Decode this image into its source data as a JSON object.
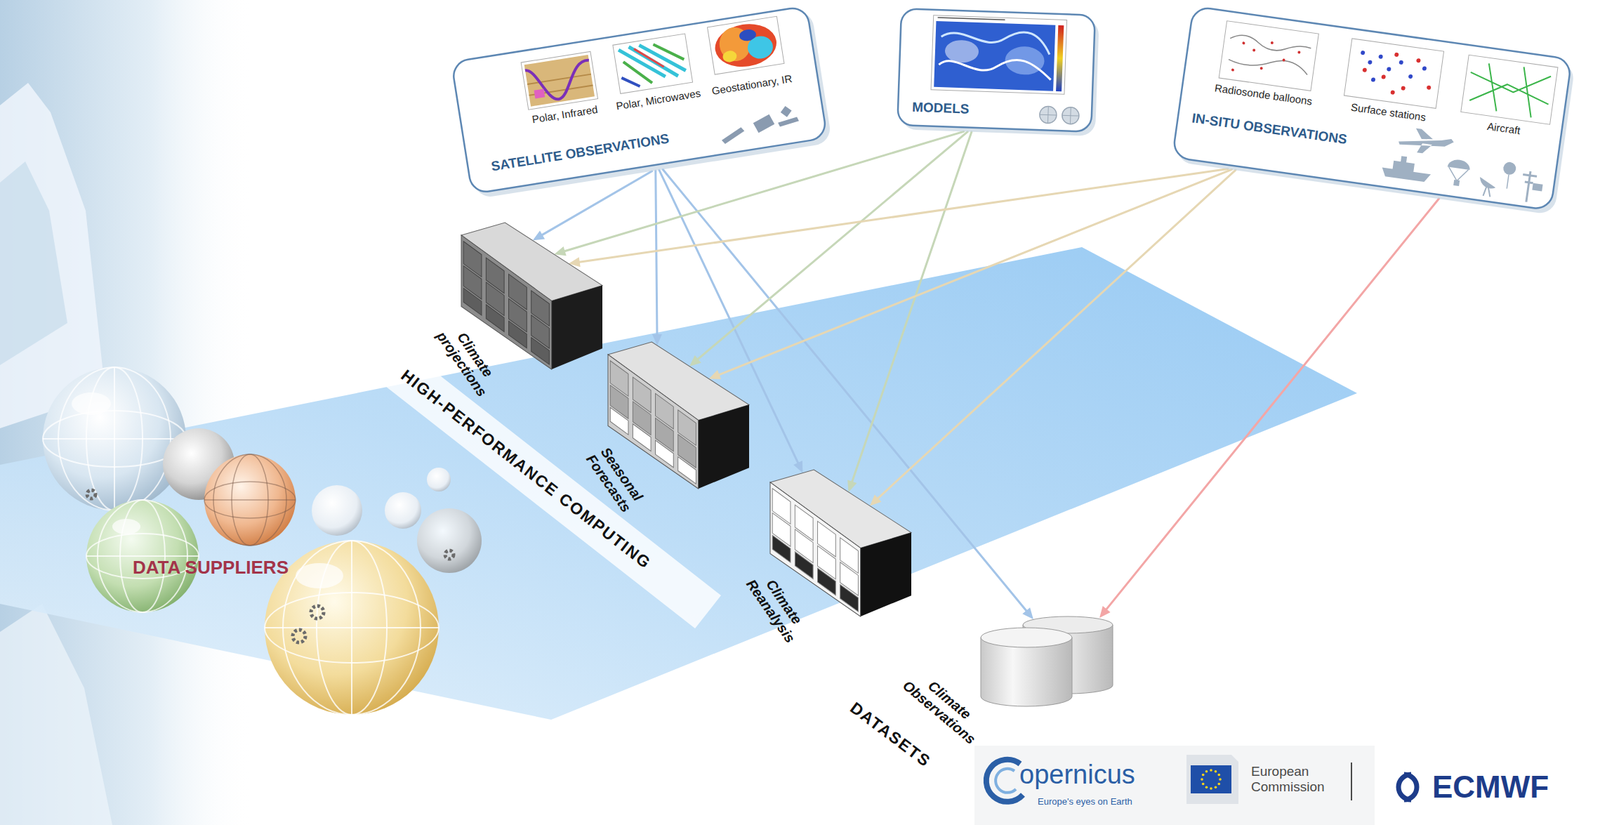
{
  "diagram": {
    "nodes": [
      {
        "text": [
          "Polar, Infrared",
          "Polar, Microwaves",
          "Geostationary, IR",
          "SATELLITE OBSERVATIONS"
        ]
      },
      {
        "text": [
          "MODELS"
        ]
      },
      {
        "text": [
          "Radiosonde balloons",
          "Surface stations",
          "Aircraft",
          "IN-SITU OBSERVATIONS"
        ]
      },
      {
        "text": [
          "Climate projections"
        ]
      },
      {
        "text": [
          "Seasonal Forecasts"
        ]
      },
      {
        "text": [
          "Climate Reanalysis"
        ]
      },
      {
        "text": [
          "Climate Observations"
        ]
      }
    ],
    "edges": [
      {
        "from": 0,
        "to": 3,
        "arrow": "to"
      },
      {
        "from": 0,
        "to": 4,
        "arrow": "to"
      },
      {
        "from": 0,
        "to": 5,
        "arrow": "to"
      },
      {
        "from": 0,
        "to": 6,
        "arrow": "to"
      },
      {
        "from": 1,
        "to": 3,
        "arrow": "to"
      },
      {
        "from": 1,
        "to": 4,
        "arrow": "to"
      },
      {
        "from": 1,
        "to": 5,
        "arrow": "to"
      },
      {
        "from": 2,
        "to": 3,
        "arrow": "to"
      },
      {
        "from": 2,
        "to": 4,
        "arrow": "to"
      },
      {
        "from": 2,
        "to": 5,
        "arrow": "to"
      },
      {
        "from": 2,
        "to": 6,
        "arrow": "to"
      }
    ],
    "labels": [
      "HIGH-PERFORMANCE COMPUTING",
      "DATASETS",
      "DATA SUPPLIERS",
      "opernicus",
      "Europe's eyes on Earth",
      "European Commission",
      "ECMWF"
    ]
  }
}
